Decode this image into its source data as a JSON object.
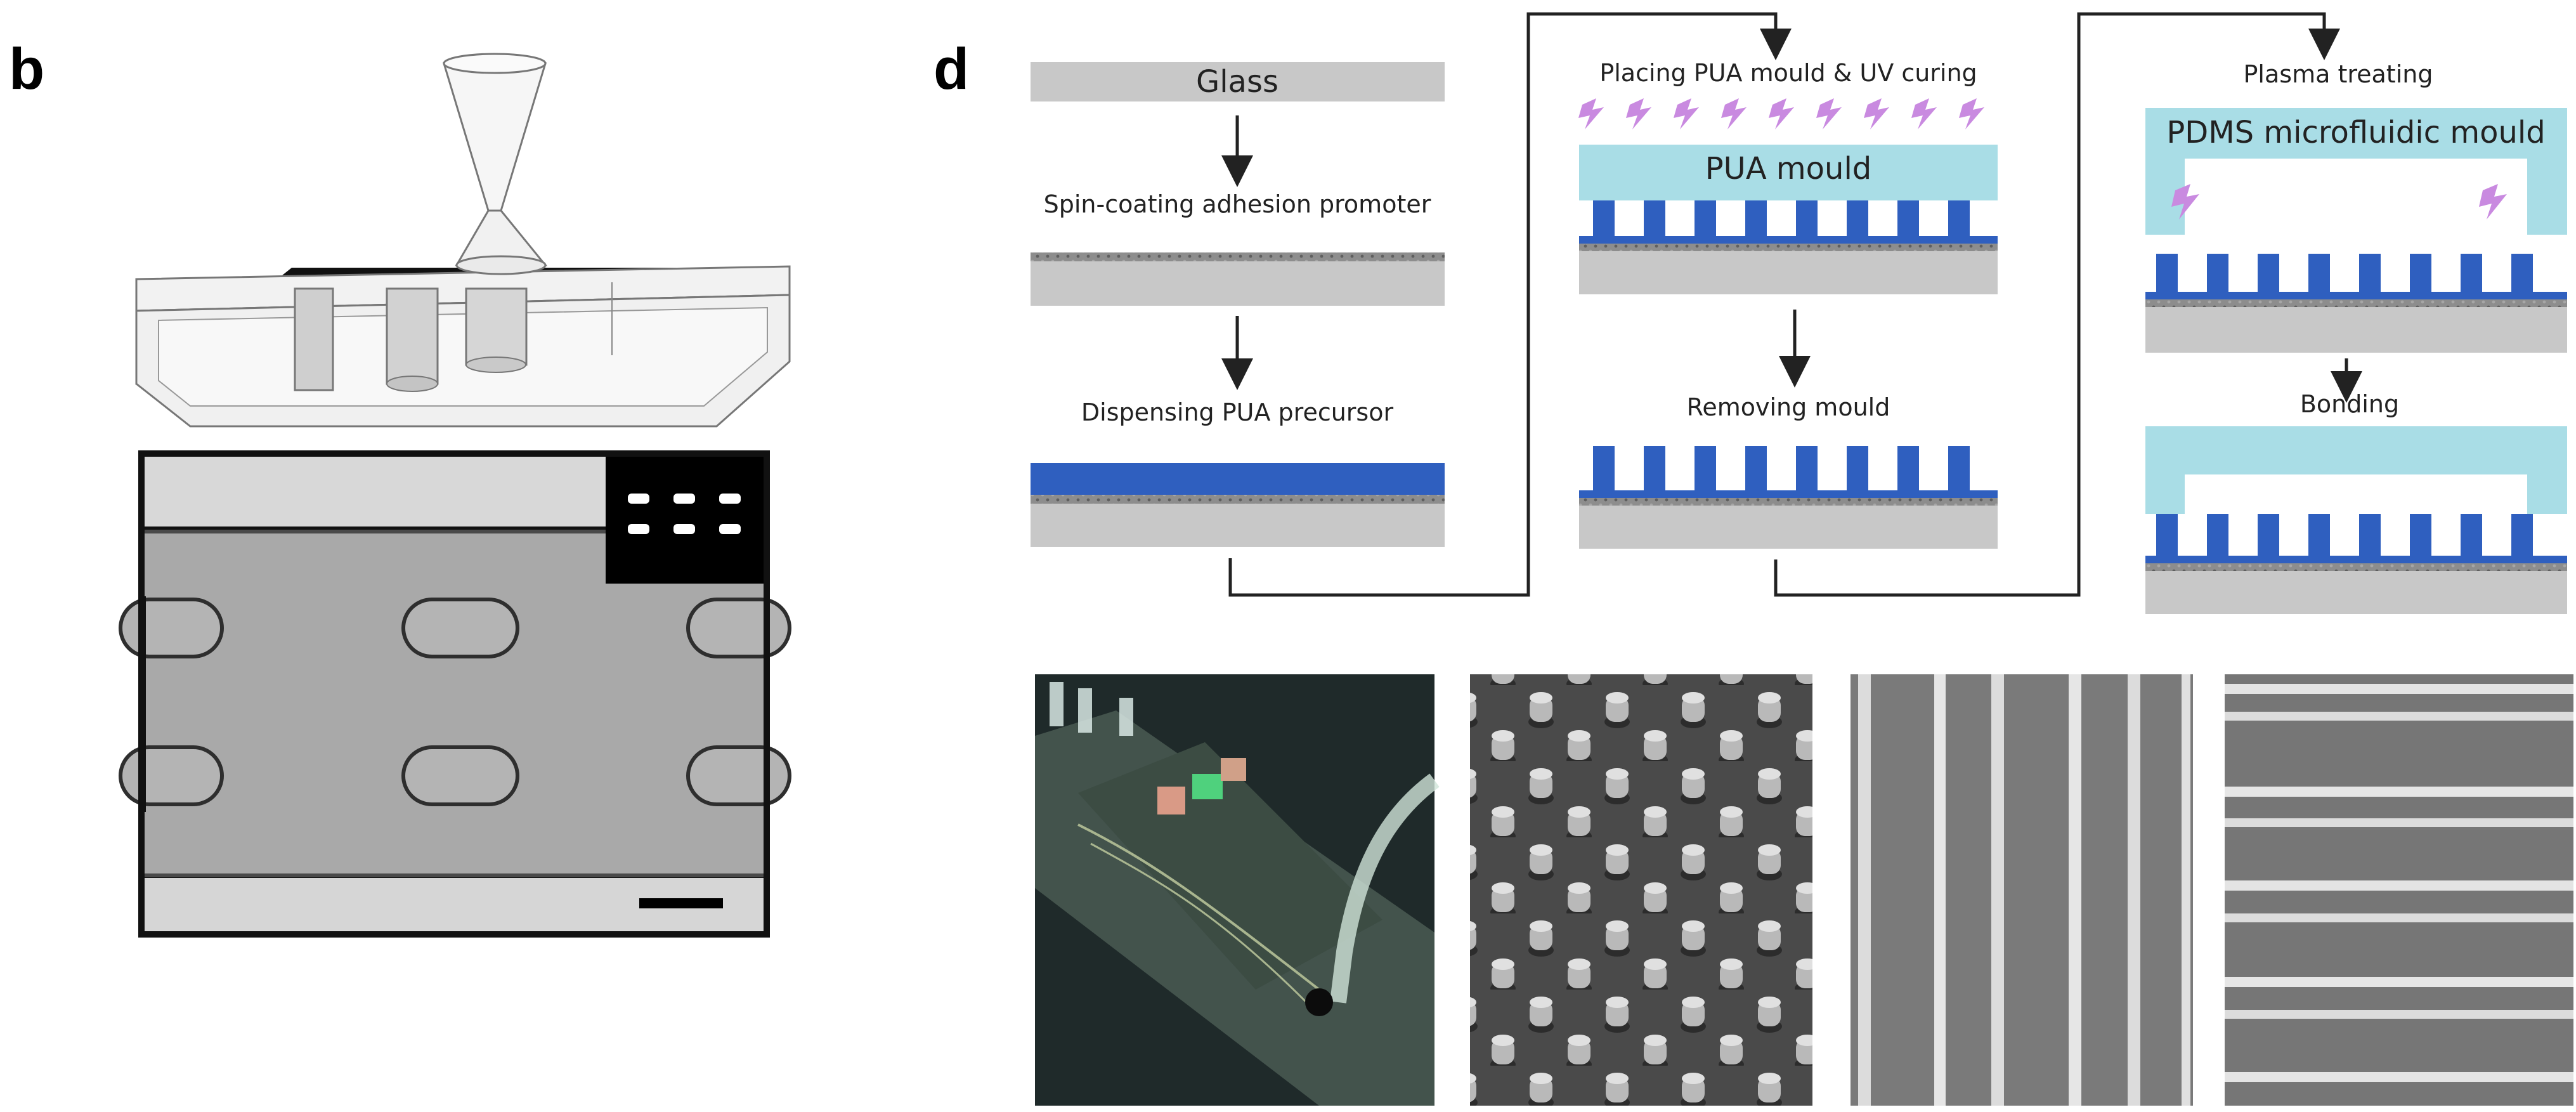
{
  "panels": {
    "b": {
      "letter": "b"
    },
    "d": {
      "letter": "d"
    }
  },
  "process": {
    "column1": {
      "glass_label": "Glass",
      "step1": "Spin-coating adhesion promoter",
      "step2": "Dispensing PUA precursor"
    },
    "column2": {
      "step1": "Placing PUA mould & UV curing",
      "mould_label": "PUA mould",
      "step2": "Removing mould"
    },
    "column3": {
      "step1": "Plasma treating",
      "mould_label": "PDMS microfluidic mould",
      "step2": "Bonding"
    }
  },
  "colors": {
    "glass": "#c8c8c8",
    "pua": "#2f5fbf",
    "mould": "#a9dde6",
    "uv_bolt": "#c98ae0",
    "adhesion": "#9a9a9a"
  },
  "icons": [
    "uv-bolt-icon",
    "plasma-bolt-icon",
    "flow-arrow-icon"
  ]
}
